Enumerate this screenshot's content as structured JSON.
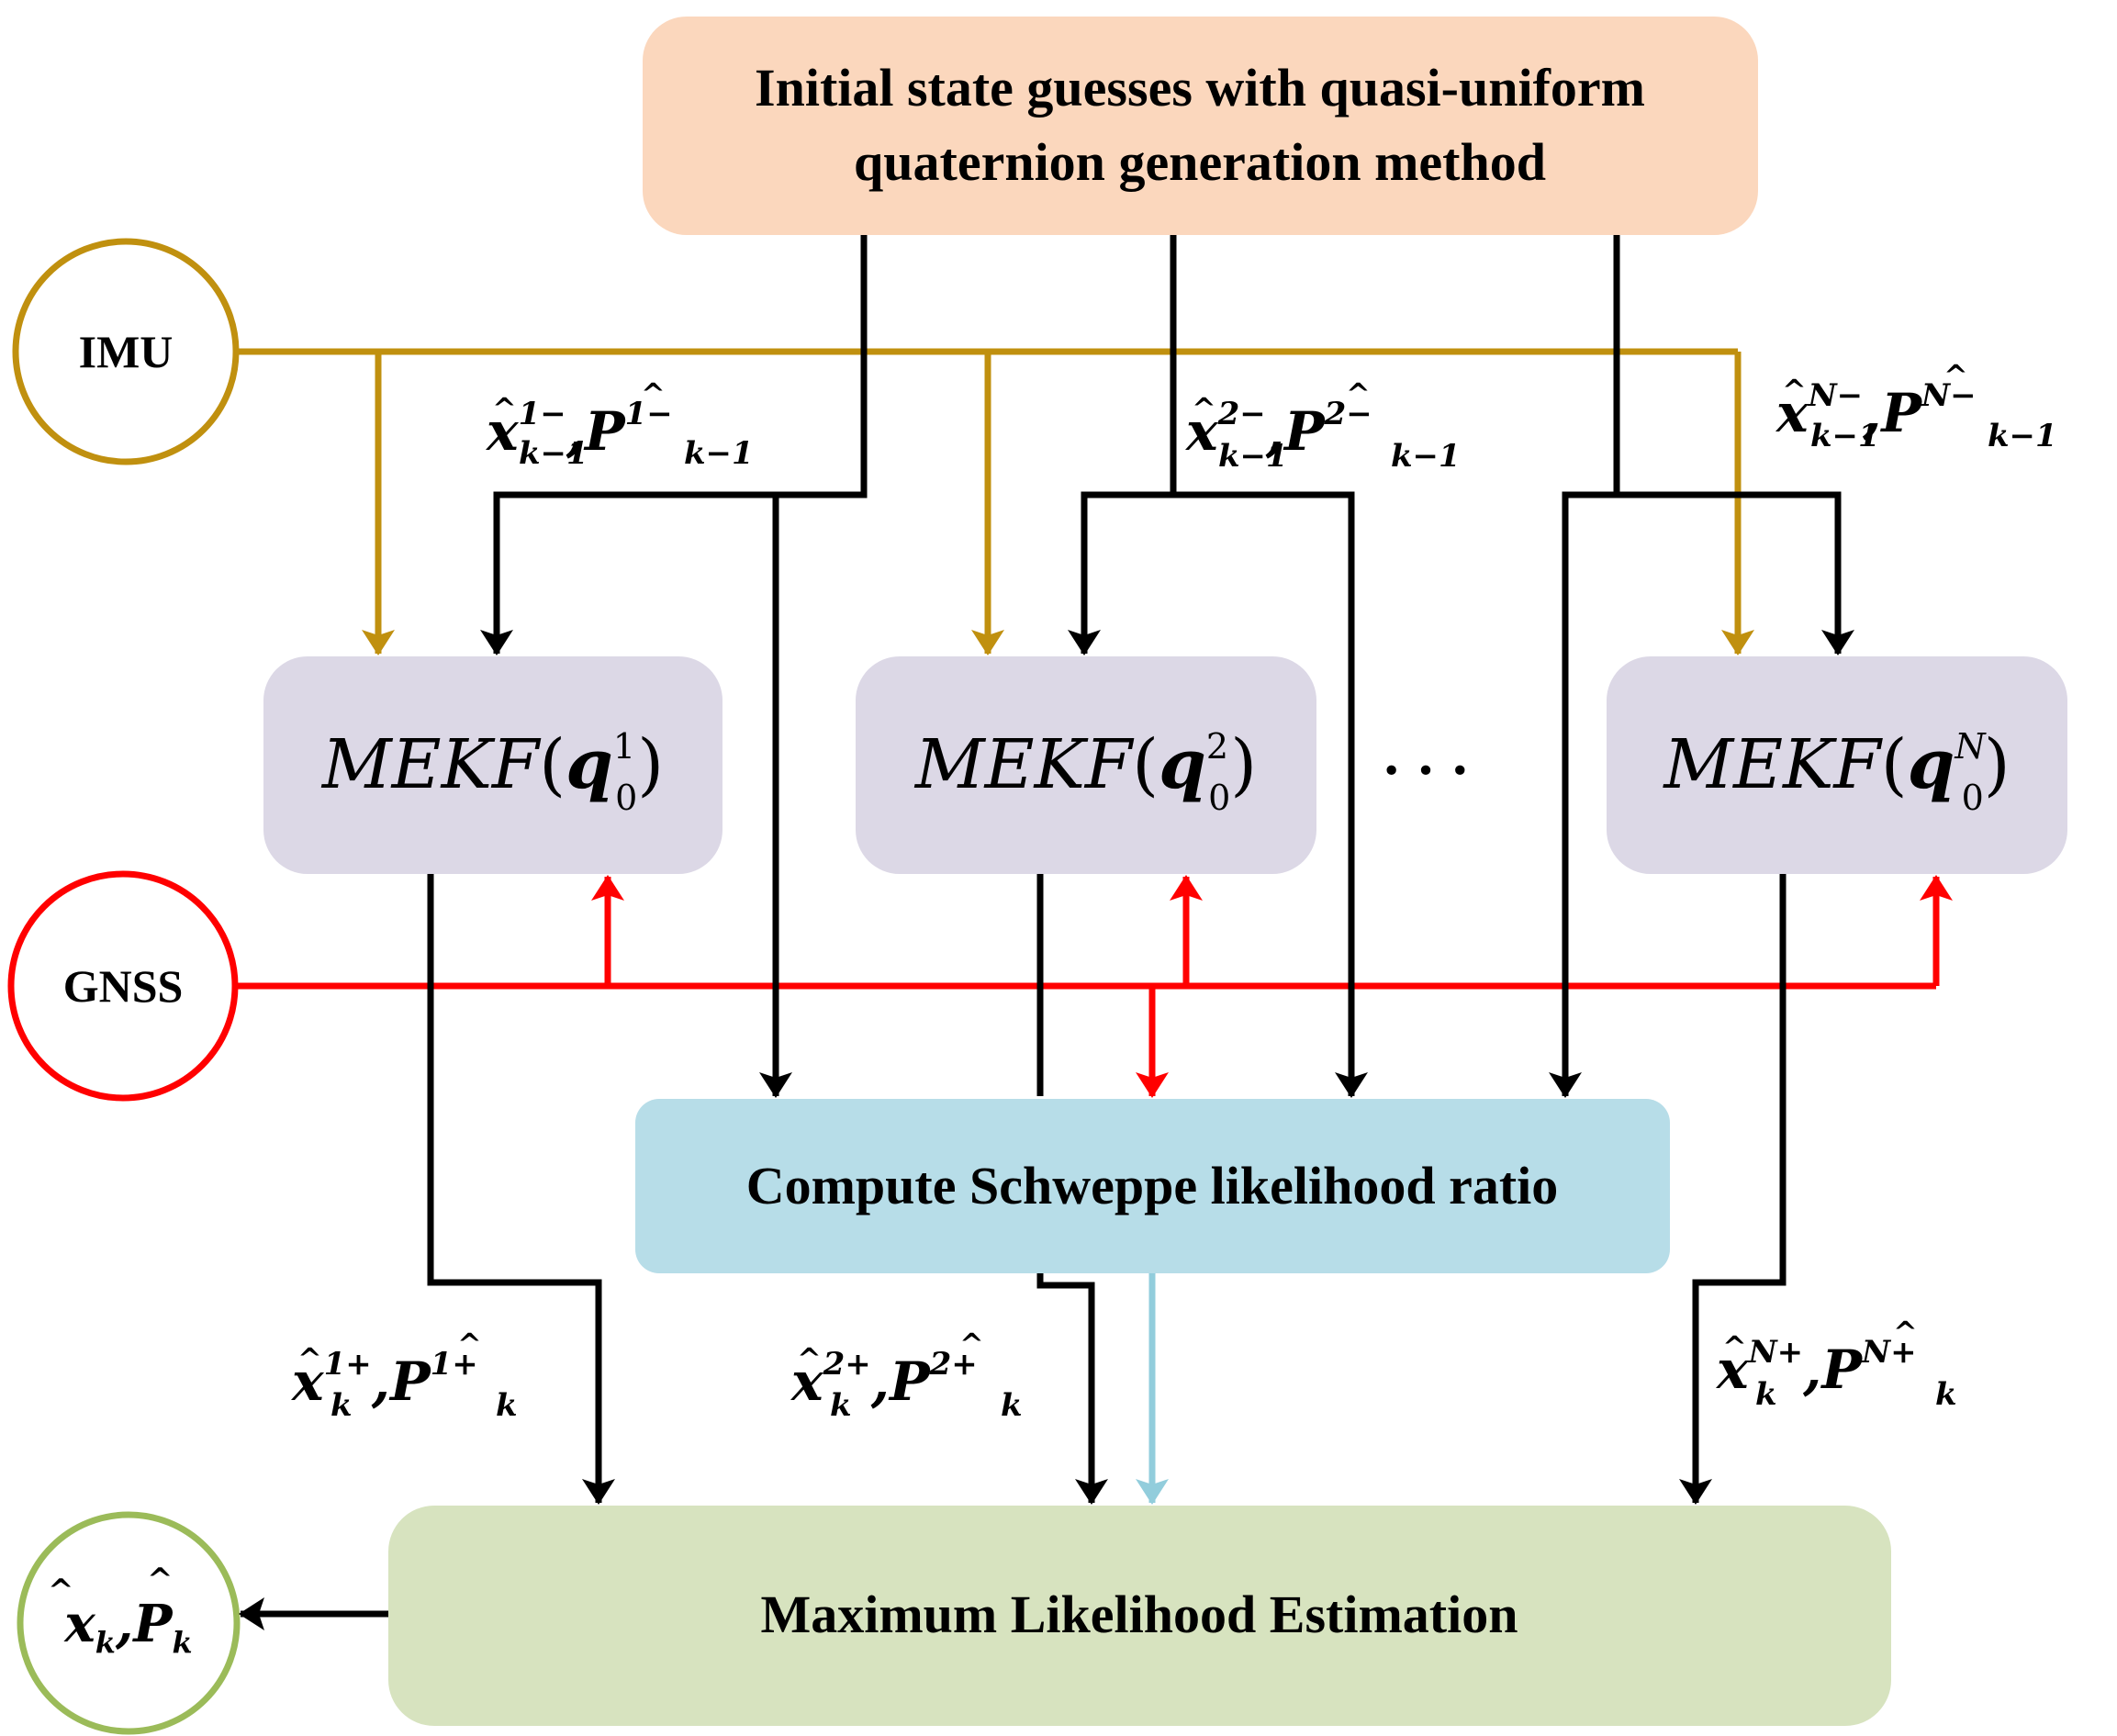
{
  "colors": {
    "init_fill": "#fbd7bd",
    "mekf_fill": "#dcd8e6",
    "schweppe_fill": "#b7dde8",
    "mle_fill": "#d7e3bf",
    "imu_stroke": "#c0900f",
    "gnss_stroke": "#ff0000",
    "output_stroke": "#9bbb59",
    "light_blue_arrow": "#92cddc",
    "black": "#000000"
  },
  "nodes": {
    "init": {
      "line1": "Initial state guesses with quasi-uniform",
      "line2": "quaternion generation method"
    },
    "imu": {
      "label": "IMU"
    },
    "gnss": {
      "label": "GNSS"
    },
    "mekf": [
      {
        "name": "MEKF",
        "q": "q",
        "sub": "0",
        "sup": "1"
      },
      {
        "name": "MEKF",
        "q": "q",
        "sub": "0",
        "sup": "2"
      },
      {
        "name": "MEKF",
        "q": "q",
        "sub": "0",
        "sup": "N"
      }
    ],
    "ellipsis": "· · ·",
    "schweppe": {
      "label": "Compute Schweppe likelihood ratio"
    },
    "mle": {
      "label": "Maximum Likelihood Estimation"
    },
    "output": {
      "x": "x",
      "x_sub": "k",
      "comma": ",",
      "p": "P",
      "p_sub": "k"
    }
  },
  "prior_labels": [
    {
      "x": "x",
      "sup": "1−",
      "sub": "k−1",
      "comma": ",",
      "p": "P"
    },
    {
      "x": "x",
      "sup": "2−",
      "sub": "k−1",
      "comma": ",",
      "p": "P"
    },
    {
      "x": "x",
      "sup": "N−",
      "sub": "k−1",
      "comma": ",",
      "p": "P"
    }
  ],
  "posterior_labels": [
    {
      "x": "x",
      "sup": "1+",
      "sub": "k",
      "comma": ",",
      "p": "P"
    },
    {
      "x": "x",
      "sup": "2+",
      "sub": "k",
      "comma": ",",
      "p": "P"
    },
    {
      "x": "x",
      "sup": "N+",
      "sub": "k",
      "comma": ",",
      "p": "P"
    }
  ]
}
